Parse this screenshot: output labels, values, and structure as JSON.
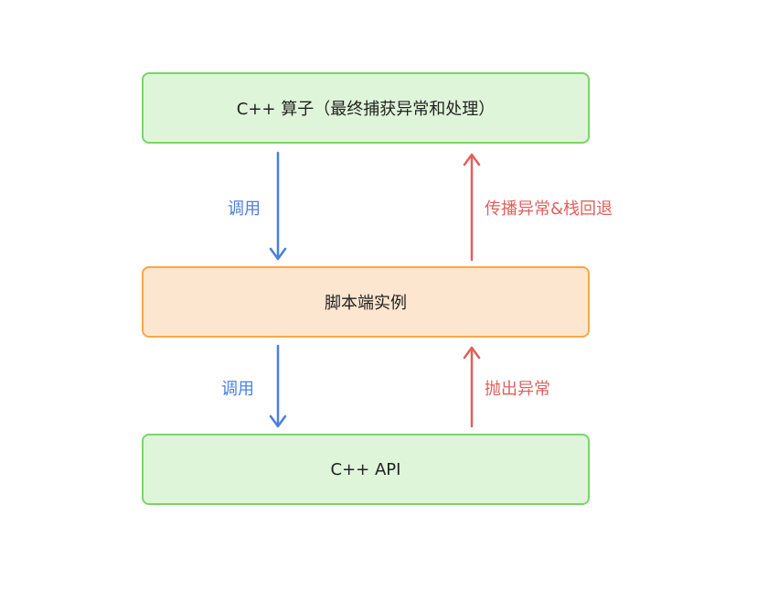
{
  "nodes": {
    "operator": {
      "label": "C++ 算子（最终捕获异常和处理）"
    },
    "script_instance": {
      "label": "脚本端实例"
    },
    "api": {
      "label": "C++ API"
    }
  },
  "edges": {
    "call_top": {
      "label": "调用"
    },
    "propagate": {
      "label": "传播异常&栈回退"
    },
    "call_bottom": {
      "label": "调用"
    },
    "throw": {
      "label": "抛出异常"
    }
  },
  "colors": {
    "green_fill": "#dff5d9",
    "green_border": "#77d766",
    "orange_fill": "#fde6cf",
    "orange_border": "#f4a74d",
    "call_arrow": "#4c7fde",
    "exception_arrow": "#e0605c"
  }
}
